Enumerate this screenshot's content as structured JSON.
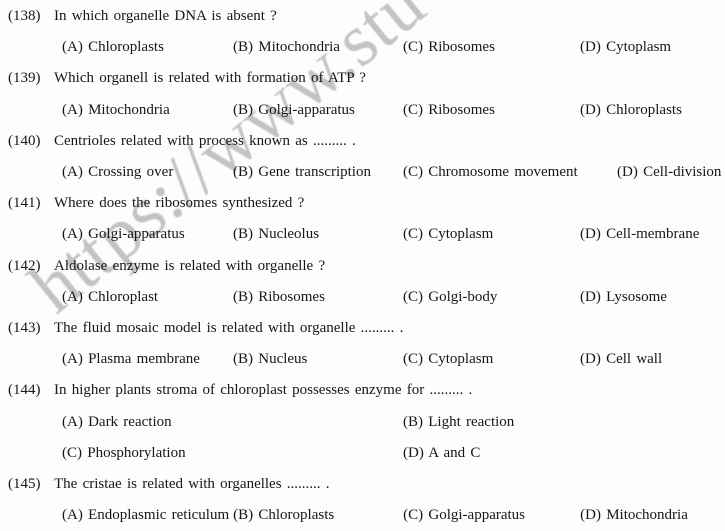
{
  "watermark": {
    "text": "https://www.stu",
    "color": "#c3c3c3"
  },
  "questions": [
    {
      "number": "(138)",
      "text": "In which organelle DNA is absent ?",
      "option_rows": [
        {
          "options": [
            "(A) Chloroplasts",
            "(B) Mitochondria",
            "(C) Ribosomes",
            "(D) Cytoplasm"
          ],
          "col_min_widths": [
            171,
            170,
            177,
            0
          ]
        }
      ]
    },
    {
      "number": "(139)",
      "text": "Which organell is related with formation of ATP ?",
      "option_rows": [
        {
          "options": [
            "(A) Mitochondria",
            "(B) Golgi-apparatus",
            "(C) Ribosomes",
            "(D) Chloroplasts"
          ],
          "col_min_widths": [
            171,
            170,
            177,
            0
          ]
        }
      ]
    },
    {
      "number": "(140)",
      "text": "Centrioles related with process known as ......... .",
      "option_rows": [
        {
          "options": [
            "(A) Crossing over",
            "(B) Gene transcription",
            "(C) Chromosome movement",
            "(D) Cell-division"
          ],
          "col_min_widths": [
            171,
            170,
            214,
            0
          ]
        }
      ]
    },
    {
      "number": "(141)",
      "text": "Where does the ribosomes synthesized ?",
      "option_rows": [
        {
          "options": [
            "(A) Golgi-apparatus",
            "(B) Nucleolus",
            "(C) Cytoplasm",
            "(D) Cell-membrane"
          ],
          "col_min_widths": [
            171,
            170,
            177,
            0
          ]
        }
      ]
    },
    {
      "number": "(142)",
      "text": "Aldolase enzyme is related with organelle ?",
      "option_rows": [
        {
          "options": [
            "(A) Chloroplast",
            "(B) Ribosomes",
            "(C) Golgi-body",
            "(D) Lysosome"
          ],
          "col_min_widths": [
            171,
            170,
            177,
            0
          ]
        }
      ]
    },
    {
      "number": "(143)",
      "text": "The fluid mosaic model is related with organelle ......... .",
      "option_rows": [
        {
          "options": [
            "(A) Plasma membrane",
            "(B) Nucleus",
            "(C) Cytoplasm",
            "(D) Cell wall"
          ],
          "col_min_widths": [
            171,
            170,
            177,
            0
          ]
        }
      ]
    },
    {
      "number": "(144)",
      "text": "In higher plants stroma of chloroplast possesses enzyme for ......... .",
      "option_rows": [
        {
          "options": [
            "(A) Dark reaction",
            "(B) Light reaction"
          ],
          "col_min_widths": [
            341,
            0
          ]
        },
        {
          "options": [
            "(C) Phosphorylation",
            "(D) A and C"
          ],
          "col_min_widths": [
            341,
            0
          ]
        }
      ]
    },
    {
      "number": "(145)",
      "text": "The cristae is related with organelles ......... .",
      "option_rows": [
        {
          "options": [
            "(A) Endoplasmic reticulum",
            "(B) Chloroplasts",
            "(C) Golgi-apparatus",
            "(D) Mitochondria"
          ],
          "col_min_widths": [
            171,
            170,
            177,
            0
          ]
        }
      ]
    }
  ]
}
